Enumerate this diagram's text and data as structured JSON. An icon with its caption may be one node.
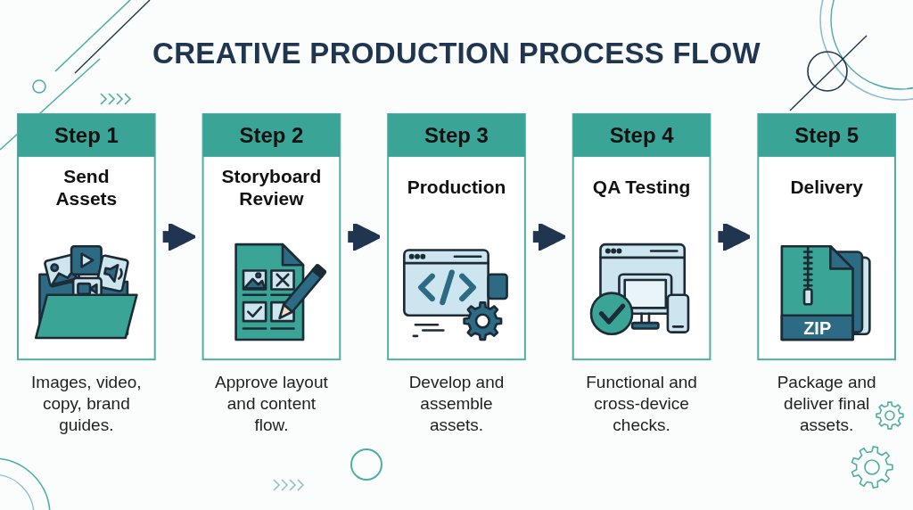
{
  "diagram": {
    "title": "CREATIVE PRODUCTION PROCESS FLOW",
    "nodes": [
      {
        "text": [
          "Step 1",
          "Send Assets"
        ],
        "beside": [
          "Images, video, copy, brand guides."
        ]
      },
      {
        "text": [
          "Step 2",
          "Storyboard Review"
        ],
        "beside": [
          "Approve layout and content flow."
        ]
      },
      {
        "text": [
          "Step 3",
          "Production"
        ],
        "beside": [
          "Develop and assemble assets."
        ]
      },
      {
        "text": [
          "Step 4",
          "QA Testing"
        ],
        "beside": [
          "Functional and cross-device checks."
        ]
      },
      {
        "text": [
          "Step 5",
          "Delivery"
        ],
        "beside": [
          "Package and deliver final assets."
        ]
      }
    ],
    "edges": [
      {
        "from": 0,
        "to": 1,
        "arrow": "to"
      },
      {
        "from": 1,
        "to": 2,
        "arrow": "to"
      },
      {
        "from": 2,
        "to": 3,
        "arrow": "to"
      },
      {
        "from": 3,
        "to": 4,
        "arrow": "to"
      }
    ],
    "labels": [
      "ZIP"
    ]
  }
}
